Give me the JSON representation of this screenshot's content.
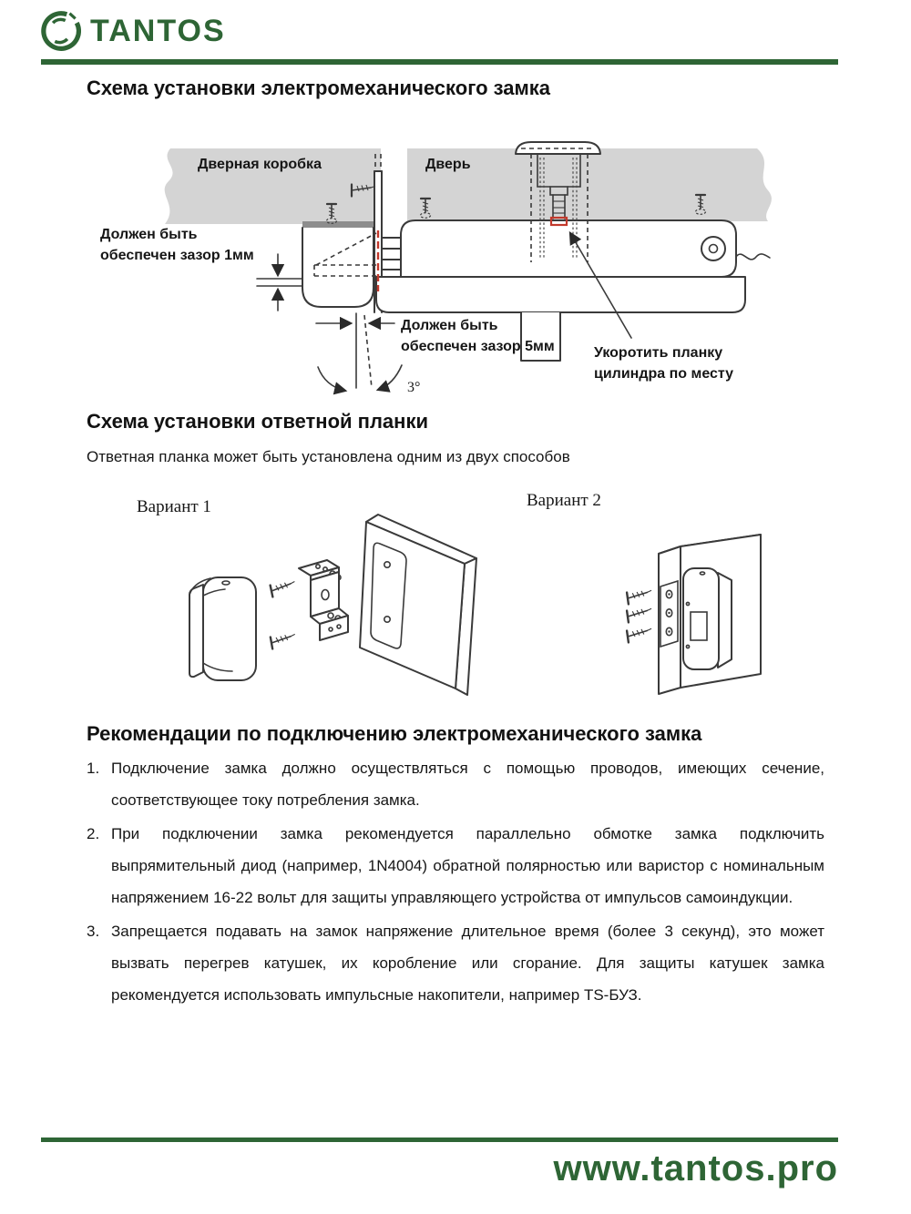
{
  "colors": {
    "brand_green": "#2e6535",
    "accent_red": "#c2392c",
    "diagram_gray": "#d4d4d4"
  },
  "header": {
    "brand": "TANTOS"
  },
  "sections": {
    "install_lock": {
      "title": "Схема установки электромеханического замка",
      "diagram": {
        "door_frame_label": "Дверная коробка",
        "door_label": "Дверь",
        "gap1_line1": "Должен быть",
        "gap1_line2": "обеспечен зазор 1мм",
        "gap5_line1": "Должен быть",
        "gap5_line2": "обеспечен зазор 5мм",
        "angle_label": "3°",
        "shorten_line1": "Укоротить планку",
        "shorten_line2": "цилиндра по месту"
      }
    },
    "install_strike": {
      "title": "Схема установки ответной планки",
      "subtitle": "Ответная планка может быть установлена одним из двух способов",
      "variant1_label": "Вариант 1",
      "variant2_label": "Вариант 2"
    },
    "recommendations": {
      "title": "Рекомендации по подключению электромеханического замка",
      "items": [
        {
          "num": "1.",
          "text": "Подключение замка должно осуществляться с помощью проводов, имеющих сечение, соответствующее току потребления замка."
        },
        {
          "num": "2.",
          "text": "При подключении замка рекомендуется параллельно обмотке замка подключить выпрямительный диод (например, 1N4004) обратной полярностью или варистор с номинальным напряжением 16-22 вольт для защиты управляющего устройства от импульсов самоиндукции."
        },
        {
          "num": "3.",
          "text": "Запрещается подавать на замок напряжение длительное время (более 3 секунд), это может вызвать перегрев катушек, их коробление или сгорание. Для защиты катушек замка рекомендуется использовать импульсные накопители, например TS-БУЗ."
        }
      ]
    }
  },
  "footer": {
    "url": "www.tantos.pro"
  }
}
